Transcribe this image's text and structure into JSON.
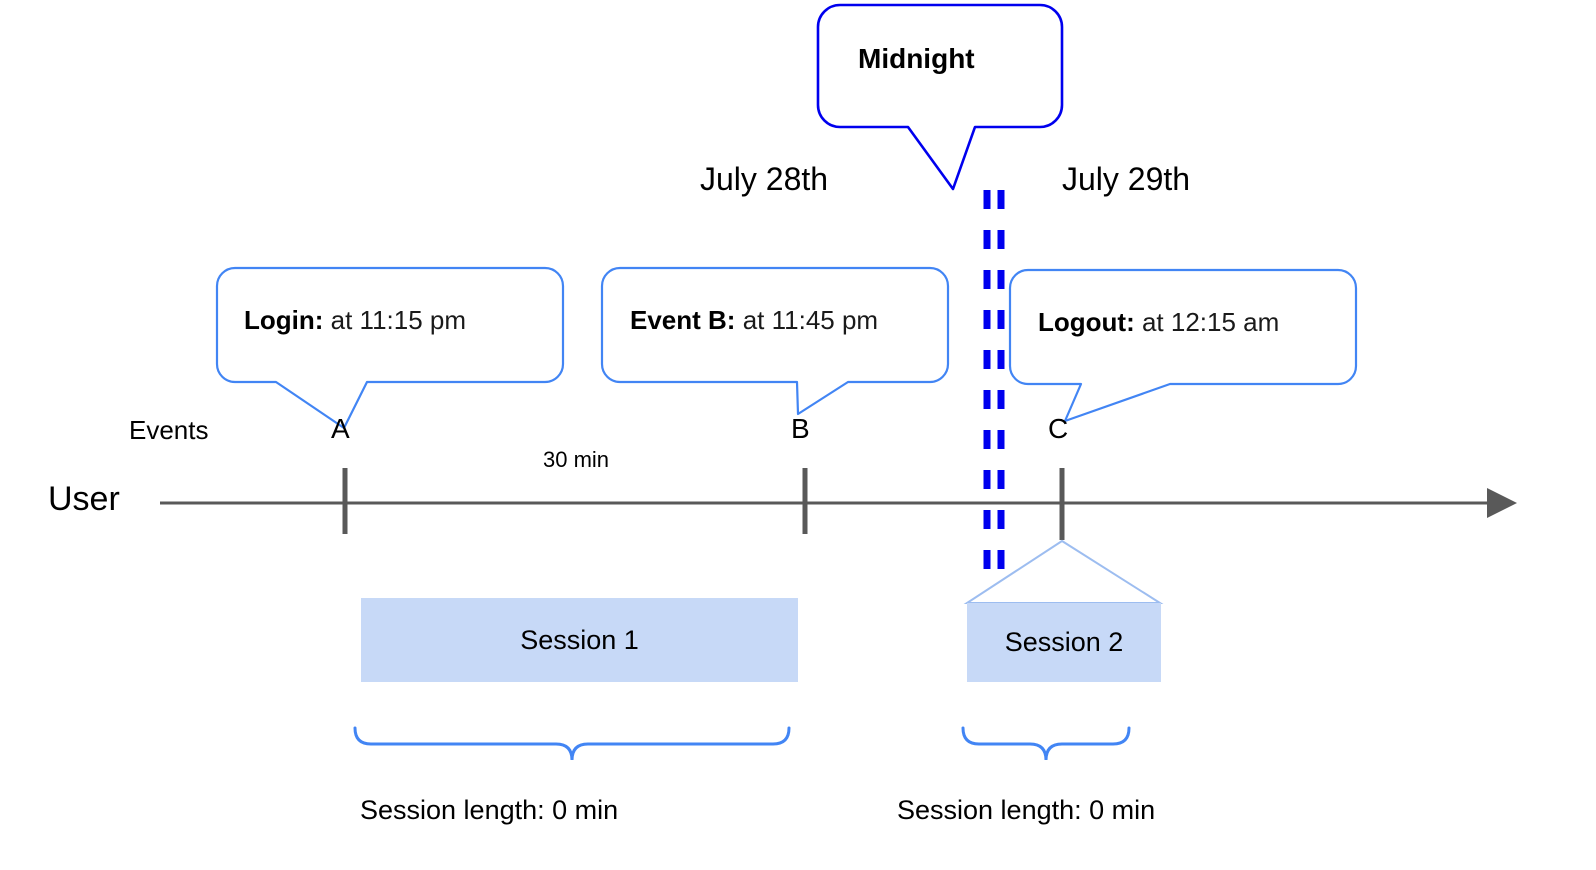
{
  "diagram": {
    "title_callout": {
      "label": "Midnight"
    },
    "dates": [
      {
        "id": "left",
        "label": "July 28th"
      },
      {
        "id": "right",
        "label": "July 29th"
      }
    ],
    "event_callouts": [
      {
        "id": "a",
        "bold": "Login:",
        "rest": " at 11:15 pm"
      },
      {
        "id": "b",
        "bold": "Event B:",
        "rest": " at 11:45 pm"
      },
      {
        "id": "c",
        "bold": "Logout:",
        "rest": " at 12:15 am"
      }
    ],
    "axis": {
      "row_label": "User",
      "events_label": "Events",
      "gap_label": "30 min",
      "markers": [
        {
          "id": "a",
          "letter": "A"
        },
        {
          "id": "b",
          "letter": "B"
        },
        {
          "id": "c",
          "letter": "C"
        }
      ]
    },
    "sessions": [
      {
        "id": "s1",
        "label": "Session 1",
        "caption": "Session length: 0 min"
      },
      {
        "id": "s2",
        "label": "Session 2",
        "caption": "Session length: 0 min"
      }
    ],
    "colors": {
      "callout_border": "#4285f4",
      "midnight_border": "#0000ee",
      "midnight_dashes": "#0000ee",
      "session_fill": "#c7d9f7",
      "axis_gray": "#666666",
      "tick_gray": "#595959",
      "brace": "#4285f4"
    }
  }
}
